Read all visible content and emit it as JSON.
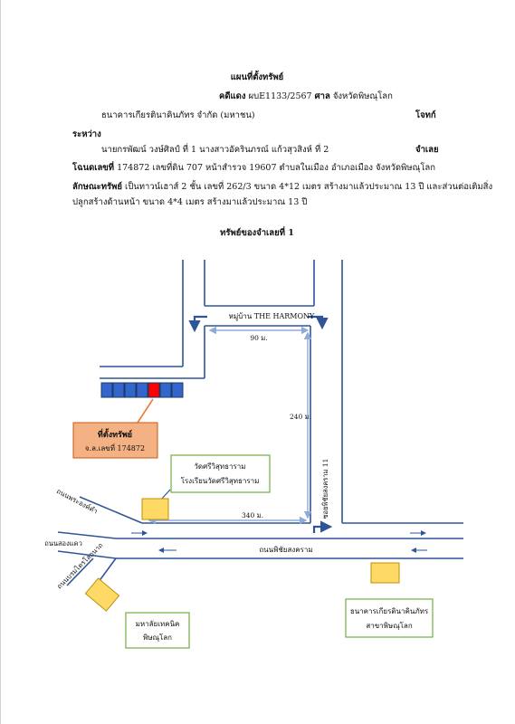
{
  "header": {
    "title": "แผนที่ตั้งทรัพย์",
    "case_label": "คดีแดง",
    "case_no": "ผบE1133/2567",
    "court_label": "ศาล",
    "court_name": "จังหวัดพิษณุโลก",
    "plaintiff": "ธนาคารเกียรตินาคินภัทร จำกัด (มหาชน)",
    "plaintiff_role": "โจทก์",
    "between": "ระหว่าง",
    "defendants": "นายกรพัฒน์ วงษ์ศิลป์ ที่ 1 นางสาวอัครินภรณ์ แก้วสุวสิงห์ ที่ 2",
    "defendant_role": "จำเลย",
    "deed_label": "โฉนดเลขที่",
    "deed_text": "174872 เลขที่ดิน 707 หน้าสำรวจ 19607 ตำบลในเมือง อำเภอเมือง จังหวัดพิษณุโลก",
    "property_label": "ลักษณะทรัพย์",
    "property_line1": "เป็นทาวน์เฮาส์ 2 ชั้น  เลขที่ 262/3 ขนาด 4*12 เมตร สร้างมาแล้วประมาณ 13 ปี และส่วนต่อเติมสิ่ง",
    "property_line2": "ปลูกสร้างด้านหน้า ขนาด 4*4 เมตร สร้างมาแล้วประมาณ 13 ปี",
    "map_title": "ทรัพย์ของจำเลยที่ 1"
  },
  "map": {
    "village_label": "หมู่บ้าน THE HARMONY",
    "dist_top": "90 ม.",
    "dist_right": "240 ม.",
    "dist_bottom": "340 ม.",
    "soi_label": "ซอยพิชัยสงคราม 11",
    "property_box_line1": "ที่ตั้งทรัพย์",
    "property_box_line2": "จ.ล.เลขที่ 174872",
    "temple_line1": "วัดศรีวิสุทธาราม",
    "temple_line2": "โรงเรียนวัดศรีวิสุทธาราม",
    "road_main": "ถนนพิชัยสงคราม",
    "road_phra_ong_dam": "ถนนพระองค์ดำ",
    "road_song_khwae": "ถนนสองแคว",
    "road_borom": "ถนนบรมไตรโลกนาถ",
    "college_line1": "มหาลัยเทคนิค",
    "college_line2": "พิษณุโลก",
    "bank_line1": "ธนาคารเกียรตินาคินภัทร",
    "bank_line2": "สาขาพิษณุโลก",
    "colors": {
      "road": "#2f5597",
      "route": "#8eaadb",
      "highlight": "#ff0000",
      "house": "#3366cc",
      "property_box_fill": "#f4b183",
      "property_box_border": "#c55a11",
      "landmark_fill": "#ffd966",
      "landmark_border": "#bf9000",
      "label_box_border": "#70ad47"
    }
  }
}
